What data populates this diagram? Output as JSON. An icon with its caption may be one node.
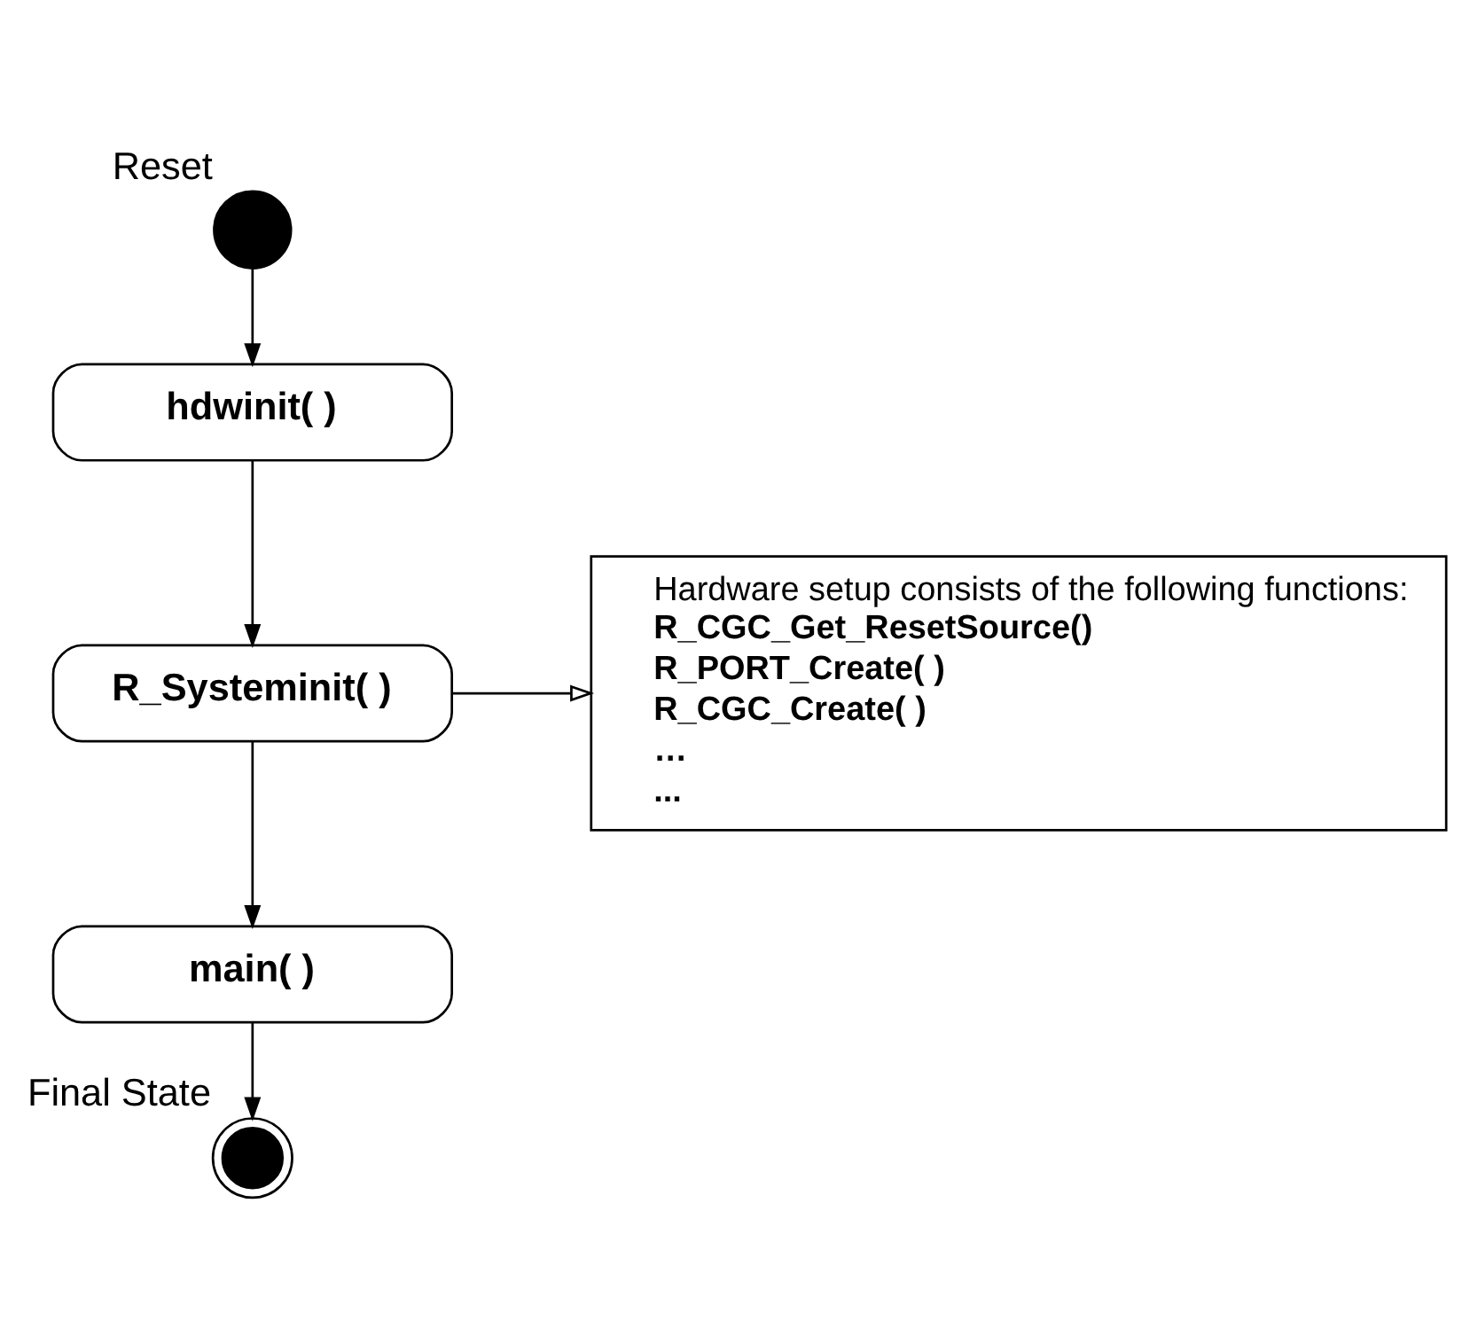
{
  "diagram": {
    "nodes": [
      {
        "text": [],
        "shape": "circle",
        "beside": [
          "Reset"
        ]
      },
      {
        "text": [
          "hdwinit( )"
        ]
      },
      {
        "text": [
          "R_Systeminit( )"
        ]
      },
      {
        "text": [
          "main( )"
        ]
      },
      {
        "text": [],
        "shape": "circle",
        "beside": [
          "Final State"
        ]
      },
      {
        "text": [
          "Hardware setup consists of the following functions:",
          "R_CGC_Get_ResetSource()",
          "R_PORT_Create( )",
          "R_CGC_Create( )",
          "…",
          "..."
        ]
      }
    ],
    "edges": [
      {
        "from": 0,
        "to": 1,
        "arrow": "to"
      },
      {
        "from": 1,
        "to": 2,
        "arrow": "to"
      },
      {
        "from": 2,
        "to": 3,
        "arrow": "to"
      },
      {
        "from": 3,
        "to": 4,
        "arrow": "to"
      },
      {
        "from": 2,
        "to": 5,
        "arrow": "to"
      }
    ]
  }
}
